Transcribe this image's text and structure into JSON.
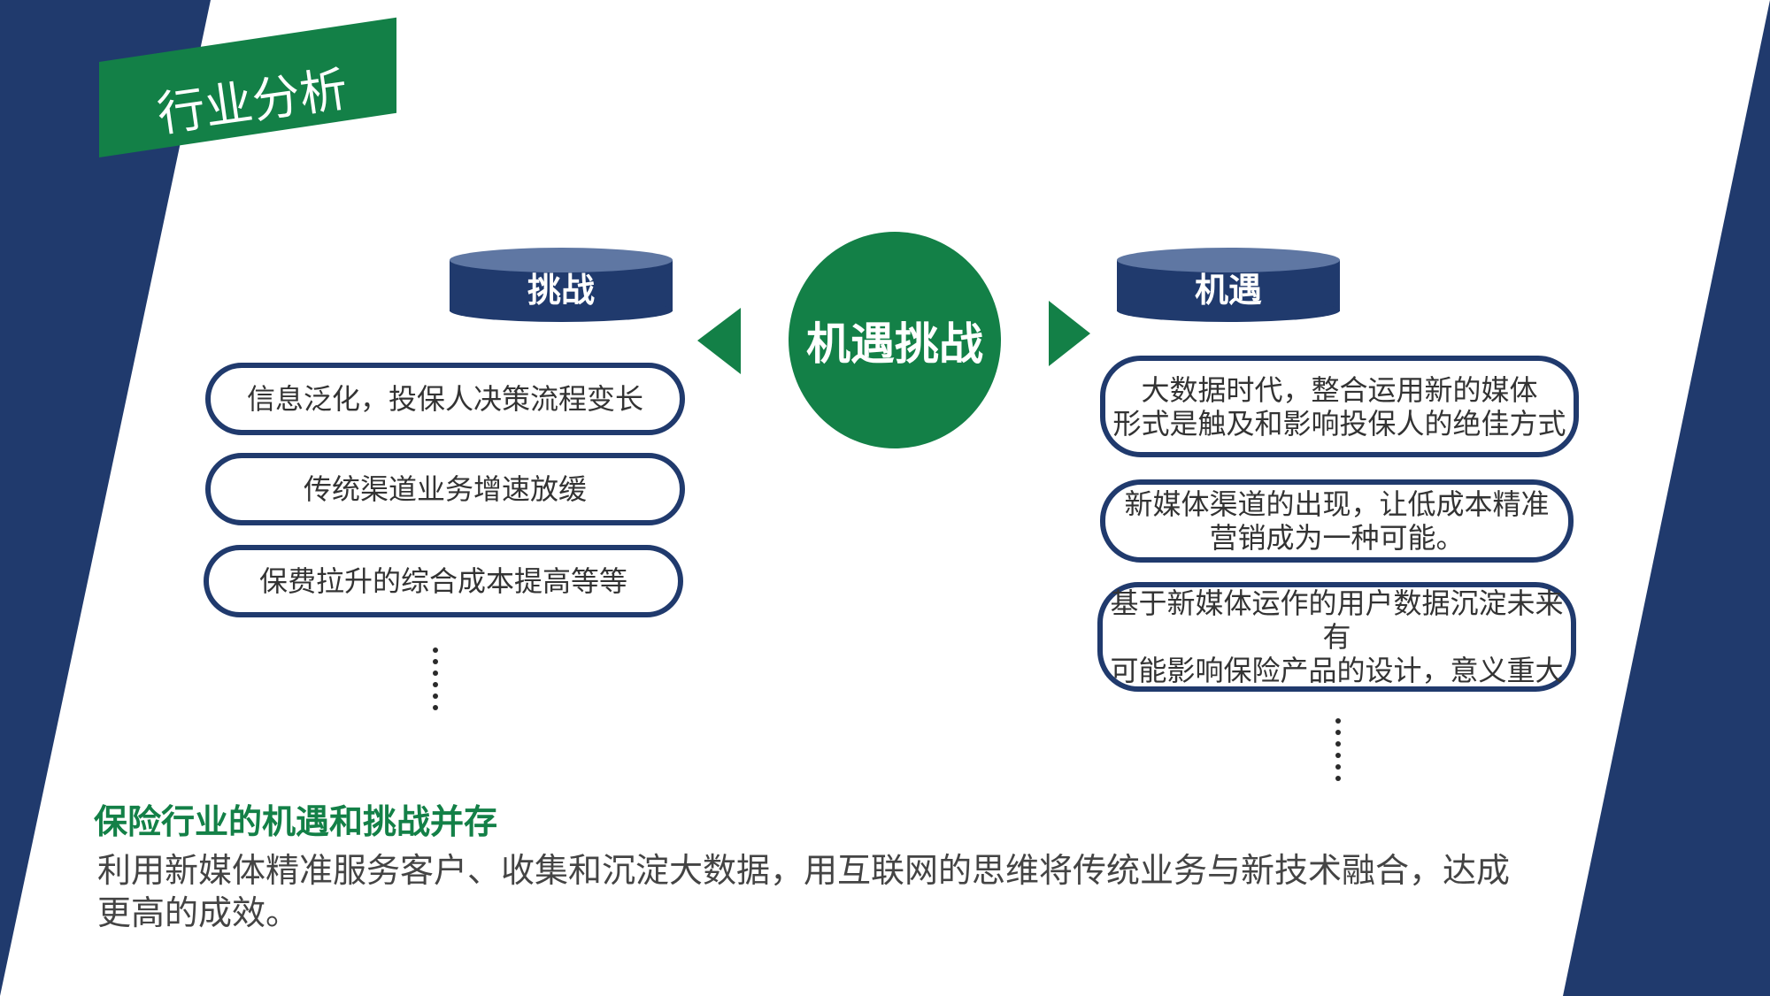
{
  "section_tag": {
    "text": "行业分析"
  },
  "center": {
    "title": "机遇挑战"
  },
  "challenges": {
    "header": "挑战",
    "items": [
      "信息泛化，投保人决策流程变长",
      "传统渠道业务增速放缓",
      "保费拉升的综合成本提高等等"
    ]
  },
  "opportunities": {
    "header": "机遇",
    "items": [
      [
        "大数据时代，整合运用新的媒体",
        "形式是触及和影响投保人的绝佳方式"
      ],
      [
        "新媒体渠道的出现，让低成本精准",
        "营销成为一种可能。"
      ],
      [
        "基于新媒体运作的用户数据沉淀未来有",
        "可能影响保险产品的设计，意义重大"
      ]
    ]
  },
  "summary": {
    "title": "保险行业的机遇和挑战并存",
    "body": "利用新媒体精准服务客户、收集和沉淀大数据，用互联网的思维将传统业务与新技术融合，达成更高的成效。"
  },
  "colors": {
    "navy": "#203a6d",
    "green": "#138047",
    "drum_top": "#5f77a3"
  }
}
